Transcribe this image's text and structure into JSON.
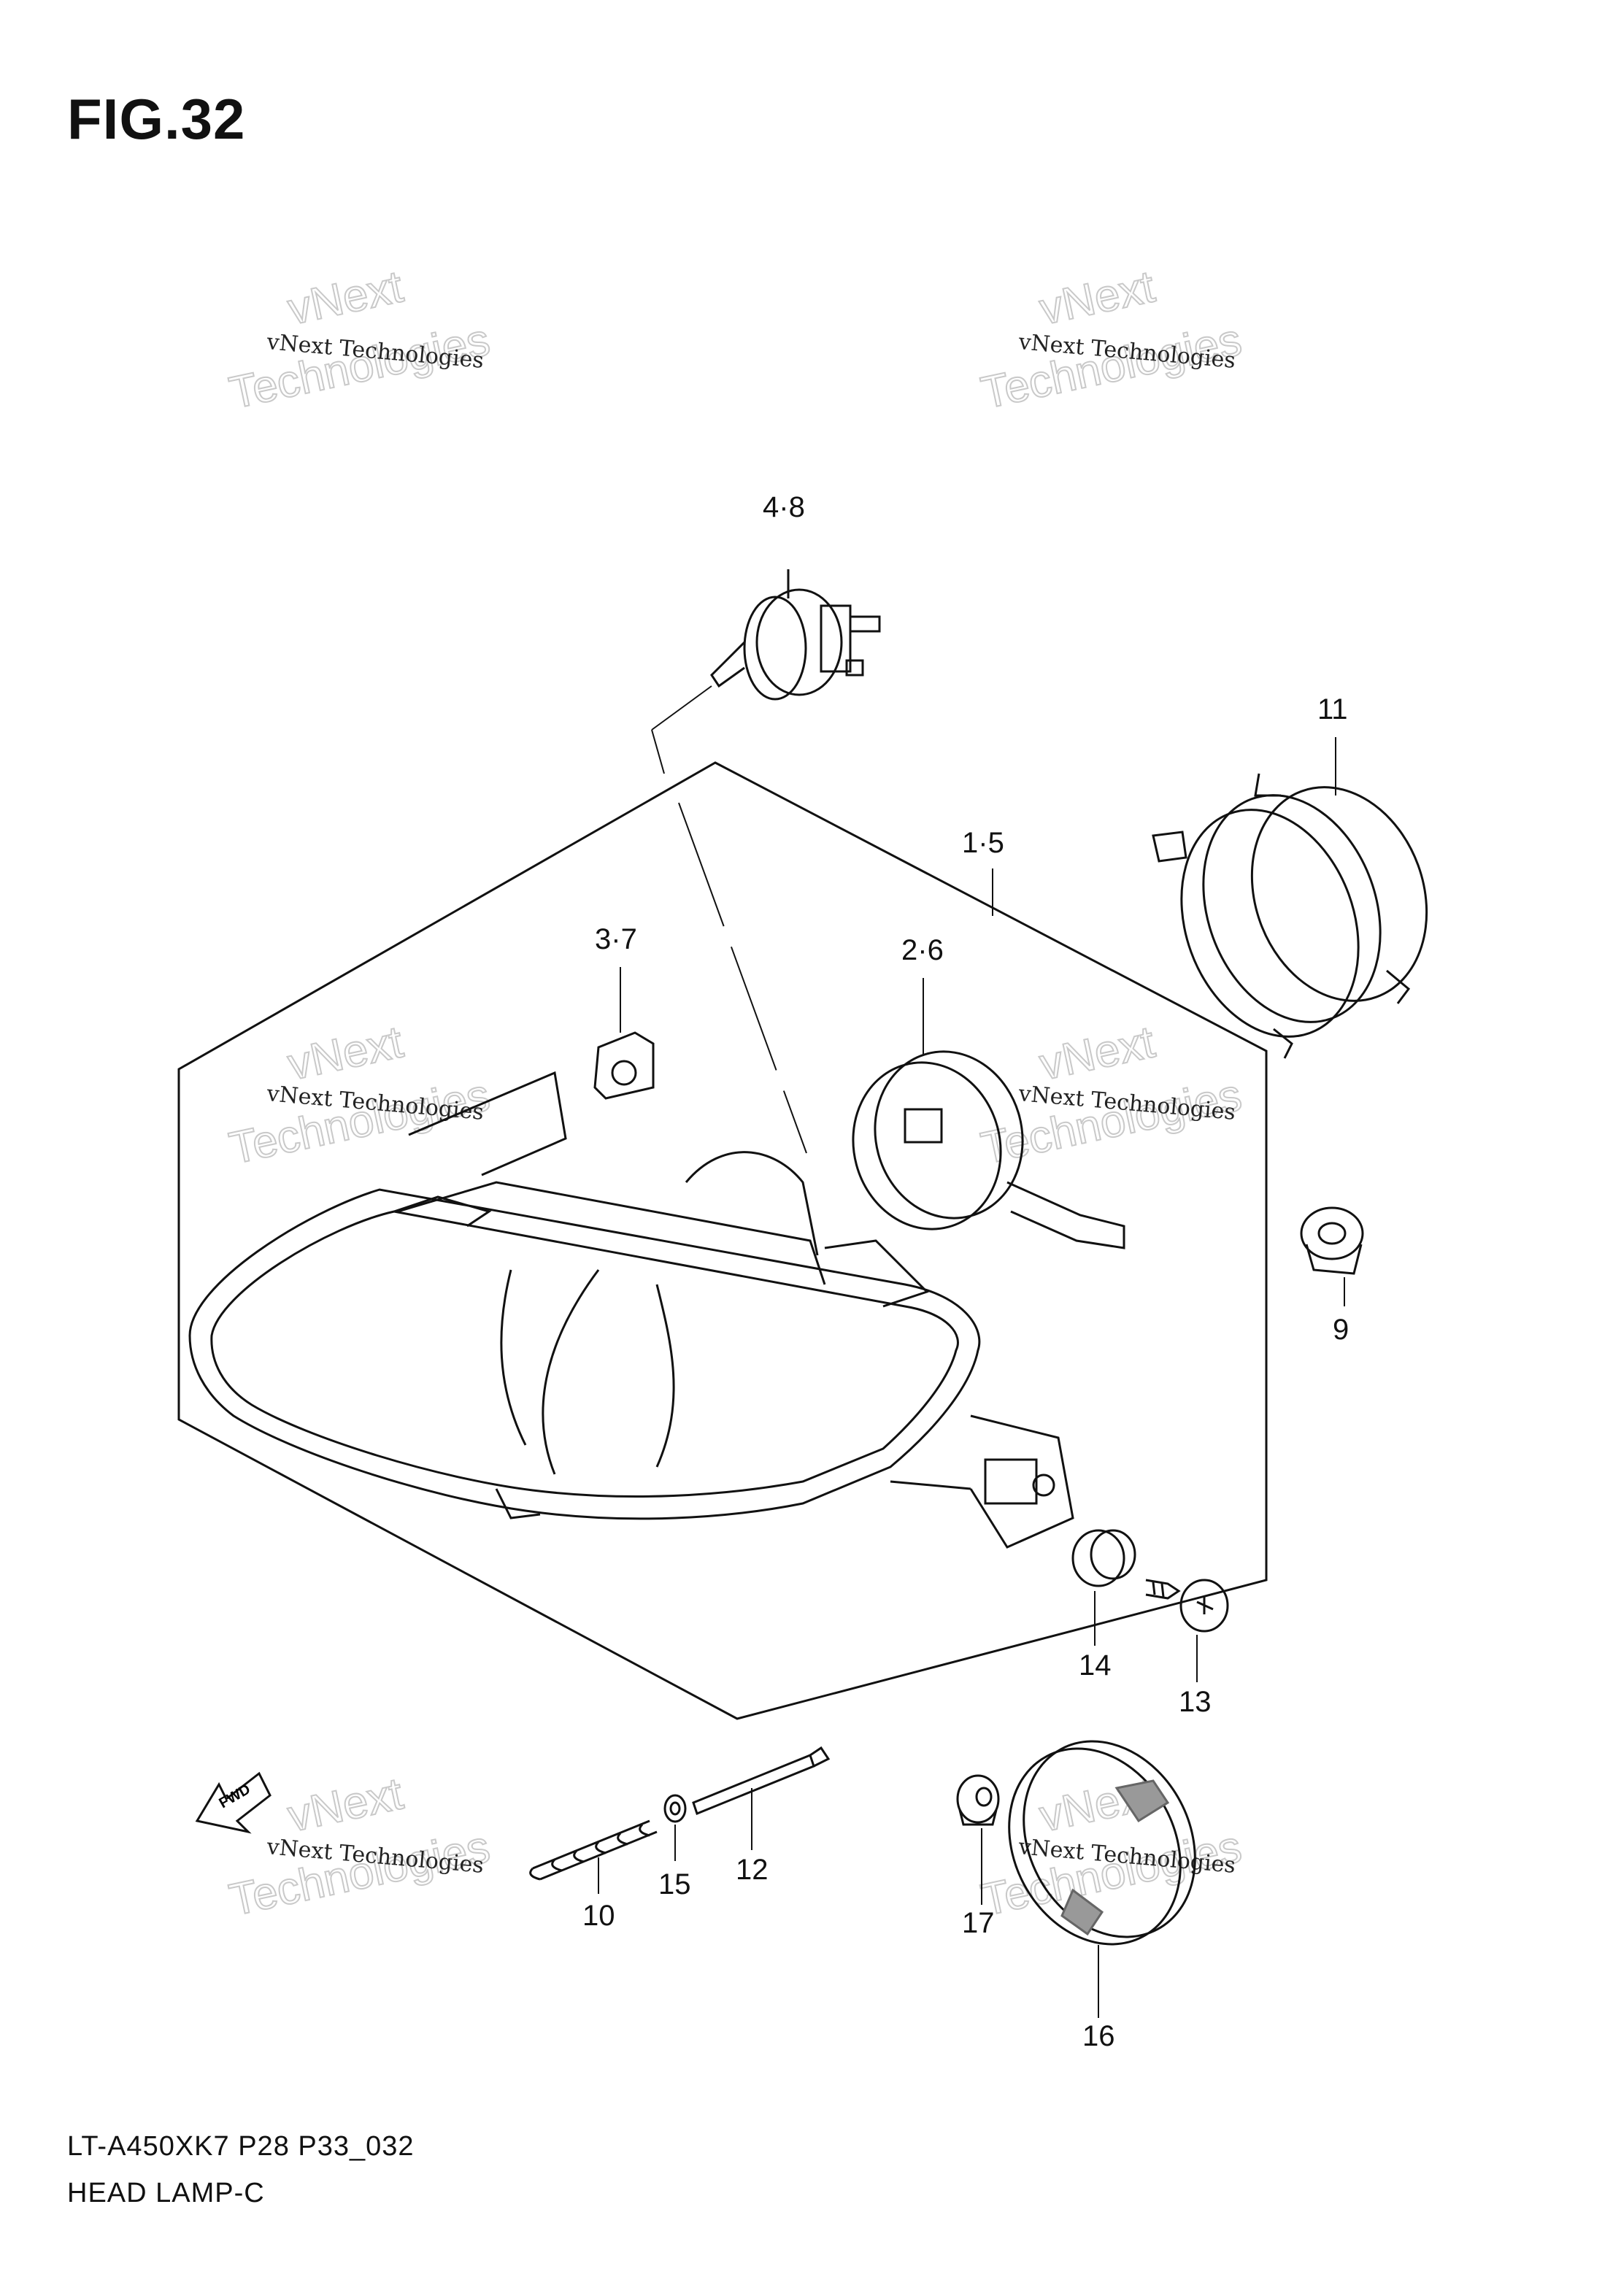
{
  "figure": {
    "title": "FIG.32"
  },
  "watermark": {
    "line": "vNext Technologies",
    "big_top": "vNext",
    "big_bottom": "Technologies"
  },
  "callouts": [
    "4·8",
    "11",
    "1·5",
    "3·7",
    "2·6",
    "9",
    "14",
    "13",
    "12",
    "15",
    "10",
    "17",
    "16"
  ],
  "footer": {
    "code": "LT-A450XK7 P28 P33_032",
    "name": "HEAD LAMP-C"
  },
  "fwd_label": "FWD"
}
